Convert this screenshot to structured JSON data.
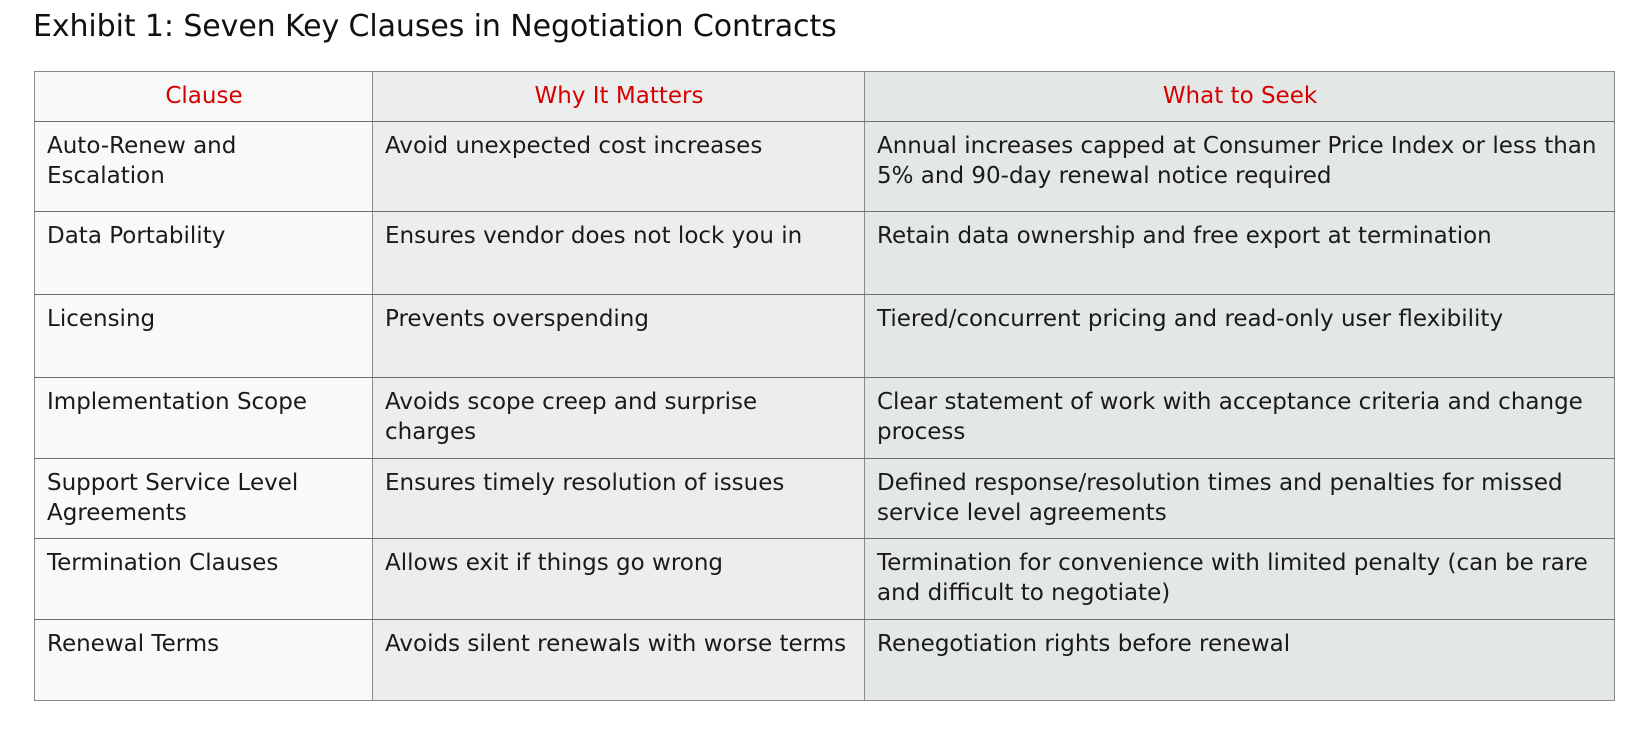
{
  "title": "Exhibit 1: Seven Key Clauses in Negotiation Contracts",
  "accent_color": "#D60000",
  "table": {
    "headers": [
      {
        "label": "Clause"
      },
      {
        "label": "Why It Matters"
      },
      {
        "label": "What to Seek"
      }
    ],
    "rows": [
      {
        "clause": "Auto-Renew and Escalation",
        "why": "Avoid unexpected cost increases",
        "seek": "Annual increases capped at Consumer Price Index or less than 5% and 90-day renewal notice required"
      },
      {
        "clause": "Data Portability",
        "why": "Ensures vendor does not lock you in",
        "seek": "Retain data ownership and free export at termination"
      },
      {
        "clause": "Licensing",
        "why": "Prevents overspending",
        "seek": "Tiered/concurrent pricing and read-only user flexibility"
      },
      {
        "clause": "Implementation Scope",
        "why": "Avoids scope creep and surprise charges",
        "seek": "Clear statement of work with acceptance criteria and change process"
      },
      {
        "clause": "Support Service Level Agreements",
        "why": "Ensures timely resolution of issues",
        "seek": "Defined response/resolution times and penalties for missed service level agreements"
      },
      {
        "clause": "Termination Clauses",
        "why": "Allows exit if things go wrong",
        "seek": "Termination for convenience with limited penalty (can be rare and difficult to negotiate)"
      },
      {
        "clause": "Renewal Terms",
        "why": "Avoids silent renewals with worse terms",
        "seek": "Renegotiation rights before renewal"
      }
    ]
  }
}
